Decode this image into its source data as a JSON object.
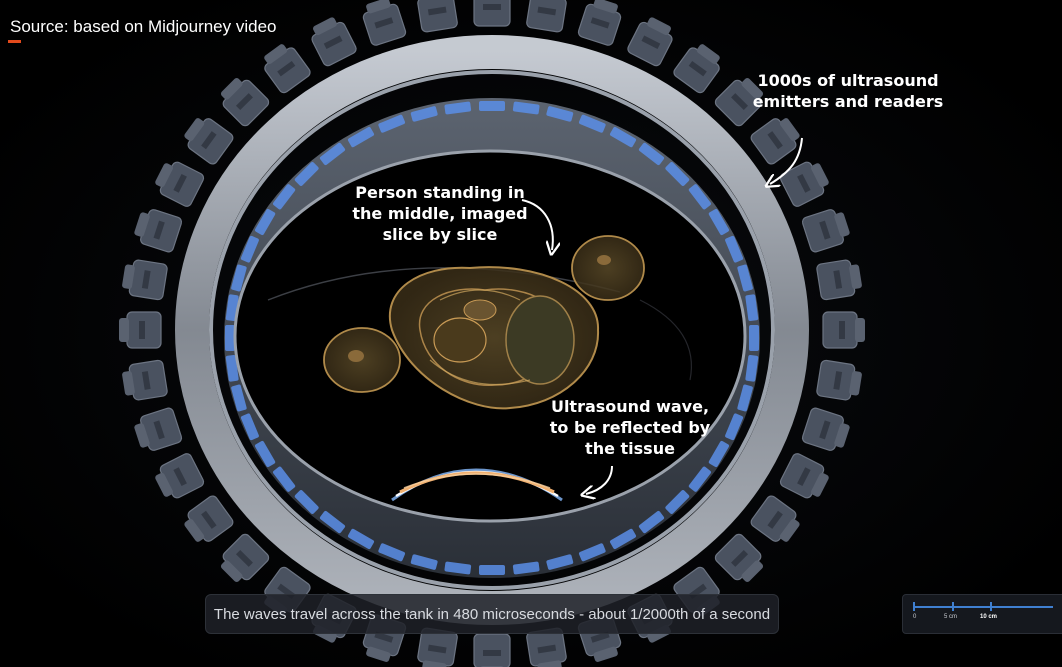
{
  "source_label": "Source: based on Midjourney video",
  "callouts": {
    "emitters": [
      "1000s of ultrasound",
      "emitters and readers"
    ],
    "person": [
      "Person standing in",
      "the middle, imaged",
      "slice by slice"
    ],
    "wave": [
      "Ultrasound wave,",
      "to be reflected by",
      "the tissue"
    ]
  },
  "caption": "The waves travel across the tank in 480 microseconds - about 1/2000th of a second",
  "scale_bar": {
    "ticks": [
      "0",
      "5 cm",
      "10 cm"
    ]
  },
  "colors": {
    "background": "#000000",
    "emitter_glow": "#5a8ee8",
    "tissue_outline": "#b08a4a",
    "wave_orange": "#f0b070",
    "wave_blue": "#7fb0f0",
    "scale_blue": "#3f7fd0",
    "source_mark": "#e24a1c"
  }
}
